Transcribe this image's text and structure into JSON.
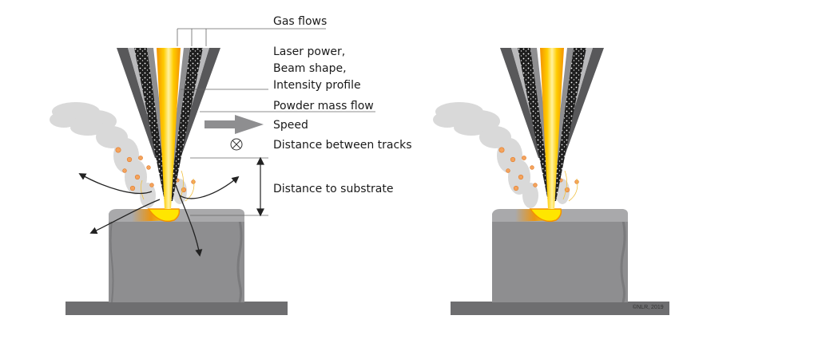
{
  "labels": {
    "gas_flows": "Gas flows",
    "laser_power": "Laser power,",
    "beam_shape": "Beam shape,",
    "intensity_profile": "Intensity profile",
    "powder_mass_flow": "Powder mass flow",
    "speed": "Speed",
    "distance_between_tracks": "Distance between tracks",
    "distance_to_substrate": "Distance to substrate"
  },
  "copyright": "©NLR, 2019",
  "icons": {
    "speed": "arrow-right-icon",
    "tracks": "circle-cross-icon",
    "substrate": "double-arrow-vertical-icon"
  },
  "colors": {
    "substrate": "#8e8e90",
    "substrate_top": "#a9a9ab",
    "base_plate": "#6e6e70",
    "nozzle_dark": "#58585a",
    "nozzle_light": "#b9b9bb",
    "laser_core": "#ffd200",
    "laser_edge": "#f39200",
    "melt_pool": "#ffe600",
    "particle": "#f4a35c",
    "smoke": "#d9d9d9",
    "annotation": "#222222"
  }
}
